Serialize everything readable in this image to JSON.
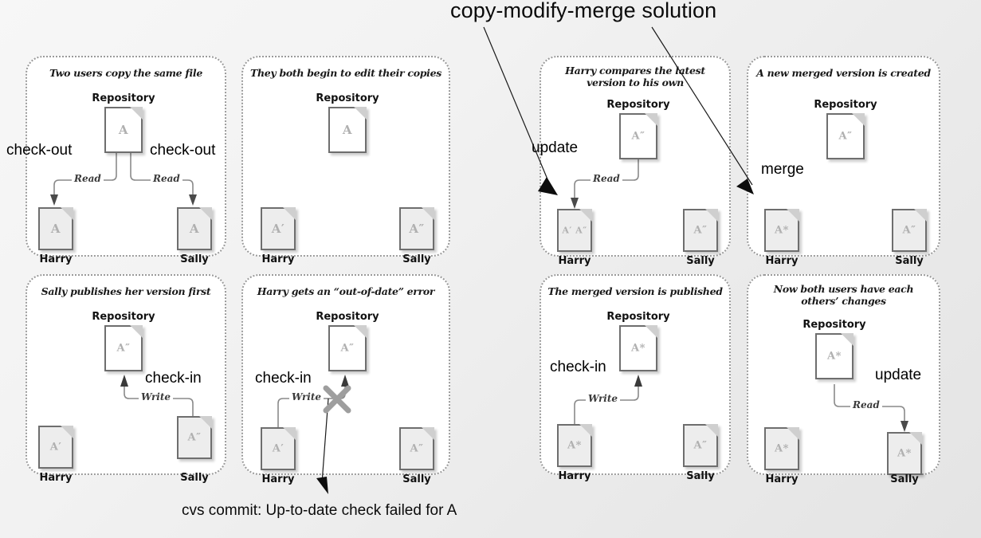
{
  "title": "copy-modify-merge solution",
  "bottom_caption": "cvs commit: Up-to-date check failed for A",
  "labels": {
    "repository": "Repository",
    "harry": "Harry",
    "sally": "Sally",
    "read": "Read",
    "write": "Write"
  },
  "callouts": {
    "check_out_left": "check-out",
    "check_out_right": "check-out",
    "check_in_p3": "check-in",
    "check_in_p4": "check-in",
    "update_p5": "update",
    "merge_p6": "merge",
    "check_in_p7": "check-in",
    "update_p8": "update"
  },
  "panels": [
    {
      "id": "p1",
      "caption": "Two users copy the same file",
      "repo_version": "A",
      "harry_version": "A",
      "sally_version": "A"
    },
    {
      "id": "p2",
      "caption": "They both begin to edit their copies",
      "repo_version": "A",
      "harry_version": "A′",
      "sally_version": "A″"
    },
    {
      "id": "p3",
      "caption": "Sally publishes her version first",
      "repo_version": "A″",
      "harry_version": "A′",
      "sally_version": "A″"
    },
    {
      "id": "p4",
      "caption": "Harry gets an “out-of-date” error",
      "repo_version": "A″",
      "harry_version": "A′",
      "sally_version": "A″"
    },
    {
      "id": "p5",
      "caption": "Harry compares the latest version to his own",
      "repo_version": "A″",
      "harry_version": "A′ A″",
      "sally_version": "A″"
    },
    {
      "id": "p6",
      "caption": "A new merged version is created",
      "repo_version": "A″",
      "harry_version": "A*",
      "sally_version": "A″"
    },
    {
      "id": "p7",
      "caption": "The merged version is published",
      "repo_version": "A*",
      "harry_version": "A*",
      "sally_version": "A″"
    },
    {
      "id": "p8",
      "caption": "Now both users have each others’ changes",
      "repo_version": "A*",
      "harry_version": "A*",
      "sally_version": "A*"
    }
  ],
  "colors": {
    "panel_border": "#9a9a9a",
    "doc_border": "#6e6e6e",
    "doc_repo_fill": "#ffffff",
    "doc_user_fill": "#ededed",
    "version_text": "#b0b0b0",
    "connector": "#8a8a8a",
    "xmark": "#9e9e9e",
    "text": "#000000",
    "background": "#eeeeee"
  }
}
